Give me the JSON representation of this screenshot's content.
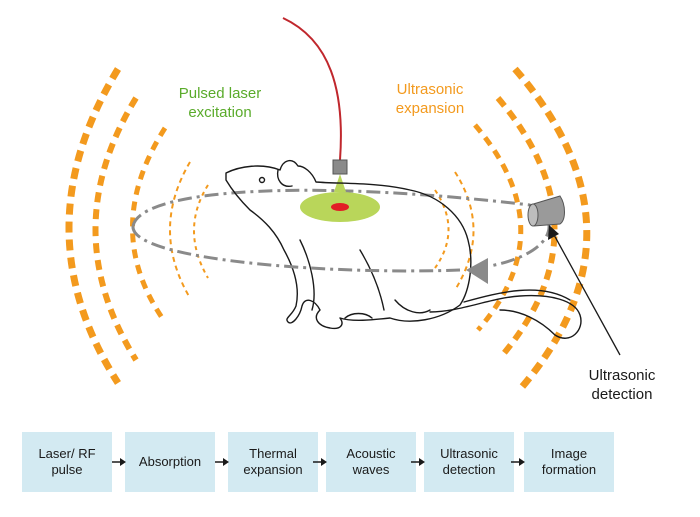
{
  "labels": {
    "laser": [
      "Pulsed laser",
      "excitation"
    ],
    "expansion": [
      "Ultrasonic",
      "expansion"
    ],
    "detection": [
      "Ultrasonic",
      "detection"
    ]
  },
  "colors": {
    "laser_text": "#5aab2b",
    "expansion_text": "#f39a1e",
    "waves": "#f39a1e",
    "fiber": "#c0272d",
    "laser_spot": "#e21e26",
    "illumination": "#b9d65a",
    "orbit": "#8a8a8a",
    "box_fill": "#d3eaf2",
    "text": "#1a1a1a"
  },
  "flow": [
    {
      "lines": [
        "Laser/ RF",
        "pulse"
      ]
    },
    {
      "lines": [
        "Absorption"
      ]
    },
    {
      "lines": [
        "Thermal",
        "expansion"
      ]
    },
    {
      "lines": [
        "Acoustic",
        "waves"
      ]
    },
    {
      "lines": [
        "Ultrasonic",
        "detection"
      ]
    },
    {
      "lines": [
        "Image",
        "formation"
      ]
    }
  ],
  "icons": [
    "laser-fiber-icon",
    "transducer-icon",
    "rat-icon"
  ]
}
